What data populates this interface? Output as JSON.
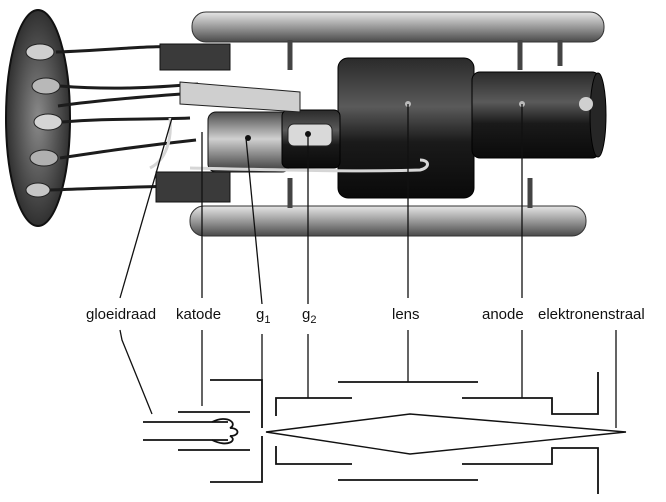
{
  "labels": {
    "gloeidraad": "gloeidraad",
    "katode": "katode",
    "g1_base": "g",
    "g1_sub": "1",
    "g2_base": "g",
    "g2_sub": "2",
    "lens": "lens",
    "anode": "anode",
    "elektronenstraal": "elektronenstraal"
  },
  "colors": {
    "ink": "#111111",
    "photo_dark": "#151515",
    "photo_mid": "#5a5a5a",
    "photo_light": "#bdbdbd"
  }
}
